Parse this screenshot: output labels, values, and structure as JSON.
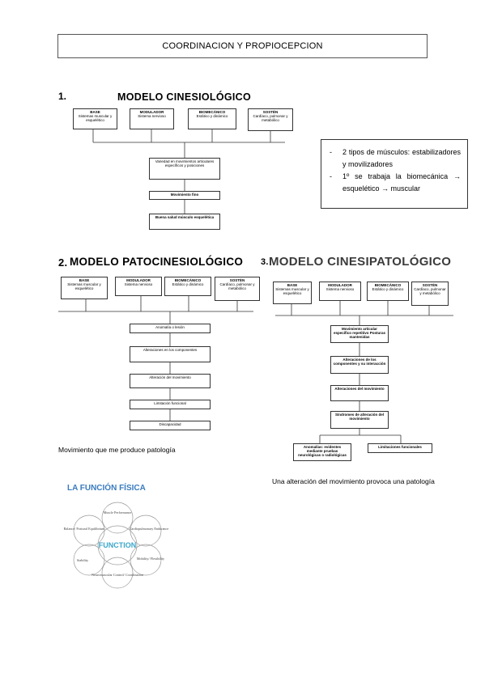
{
  "header": {
    "title": "COORDINACION Y PROPIOCEPCION"
  },
  "section1": {
    "number": "1.",
    "heading": "MODELO CINESIOLÓGICO",
    "boxes": [
      {
        "title": "BASE",
        "text": "Sistemas muscular y esquelético"
      },
      {
        "title": "MODULADOR",
        "text": "Sistema nervioso"
      },
      {
        "title": "BIOMECÁNICO",
        "text": "Estático y dinámico"
      },
      {
        "title": "SOSTÉN",
        "text": "Cardíaco, pulmonar y metabólico"
      }
    ],
    "flow": [
      "Variedad en movimientos articulares específicos y posiciones",
      "Movimiento fino",
      "Buena salud músculo esquelética"
    ]
  },
  "notes": {
    "items": [
      "2 tipos de músculos: estabilizadores y movilizadores",
      "1º se trabaja la biomecánica → esquelético → muscular"
    ]
  },
  "section2": {
    "number": "2.",
    "heading": "MODELO PATOCINESIOLÓGICO",
    "boxes": [
      {
        "title": "BASE",
        "text": "Sistemas muscular y esquelético"
      },
      {
        "title": "MODULADOR",
        "text": "Sistema nervioso"
      },
      {
        "title": "BIOMECÁNICO",
        "text": "Estático y dinámico"
      },
      {
        "title": "SOSTÉN",
        "text": "Cardíaco, pulmonar y metabólico"
      }
    ],
    "flow": [
      "Anomalía o lesión",
      "Alteraciones en los componentes",
      "Alteración del movimiento",
      "Limitación funcional",
      "Discapacidad"
    ],
    "caption": "Movimiento que me produce patología"
  },
  "section3": {
    "number": "3.",
    "heading": "MODELO CINESIPATOLÓGICO",
    "boxes": [
      {
        "title": "BASE",
        "text": "Sistemas muscular y esquelético"
      },
      {
        "title": "MODULADOR",
        "text": "Sistema nervioso"
      },
      {
        "title": "BIOMECÁNICO",
        "text": "Estático y dinámico"
      },
      {
        "title": "SOSTÉN",
        "text": "Cardíaco, pulmonar y metabólico"
      }
    ],
    "flow": [
      "Movimiento articular específico repetitivo Posturas mantenidas",
      "Alteraciones de los componentes y su interacción",
      "Alteraciones del movimiento",
      "Síndromes de alteración del movimiento"
    ],
    "outcomes": [
      "Anomalías: evidentes mediante pruebas neurológicas o radiológicas",
      "Limitaciones funcionales"
    ],
    "caption": "Una alteración del movimiento provoca una patología"
  },
  "function_figure": {
    "heading": "LA FUNCIÓN FÍSICA",
    "center": "FUNCTION",
    "circles": [
      "Muscle Performance",
      "Cardiopulmonary Endurance",
      "Mobility/ Flexibility",
      "Neuromuscular Control/ Coordination",
      "Stability",
      "Balance/ Postural Equilibrium"
    ],
    "colors": {
      "center_text": "#3aa6c9",
      "heading": "#3a7bbf"
    }
  }
}
